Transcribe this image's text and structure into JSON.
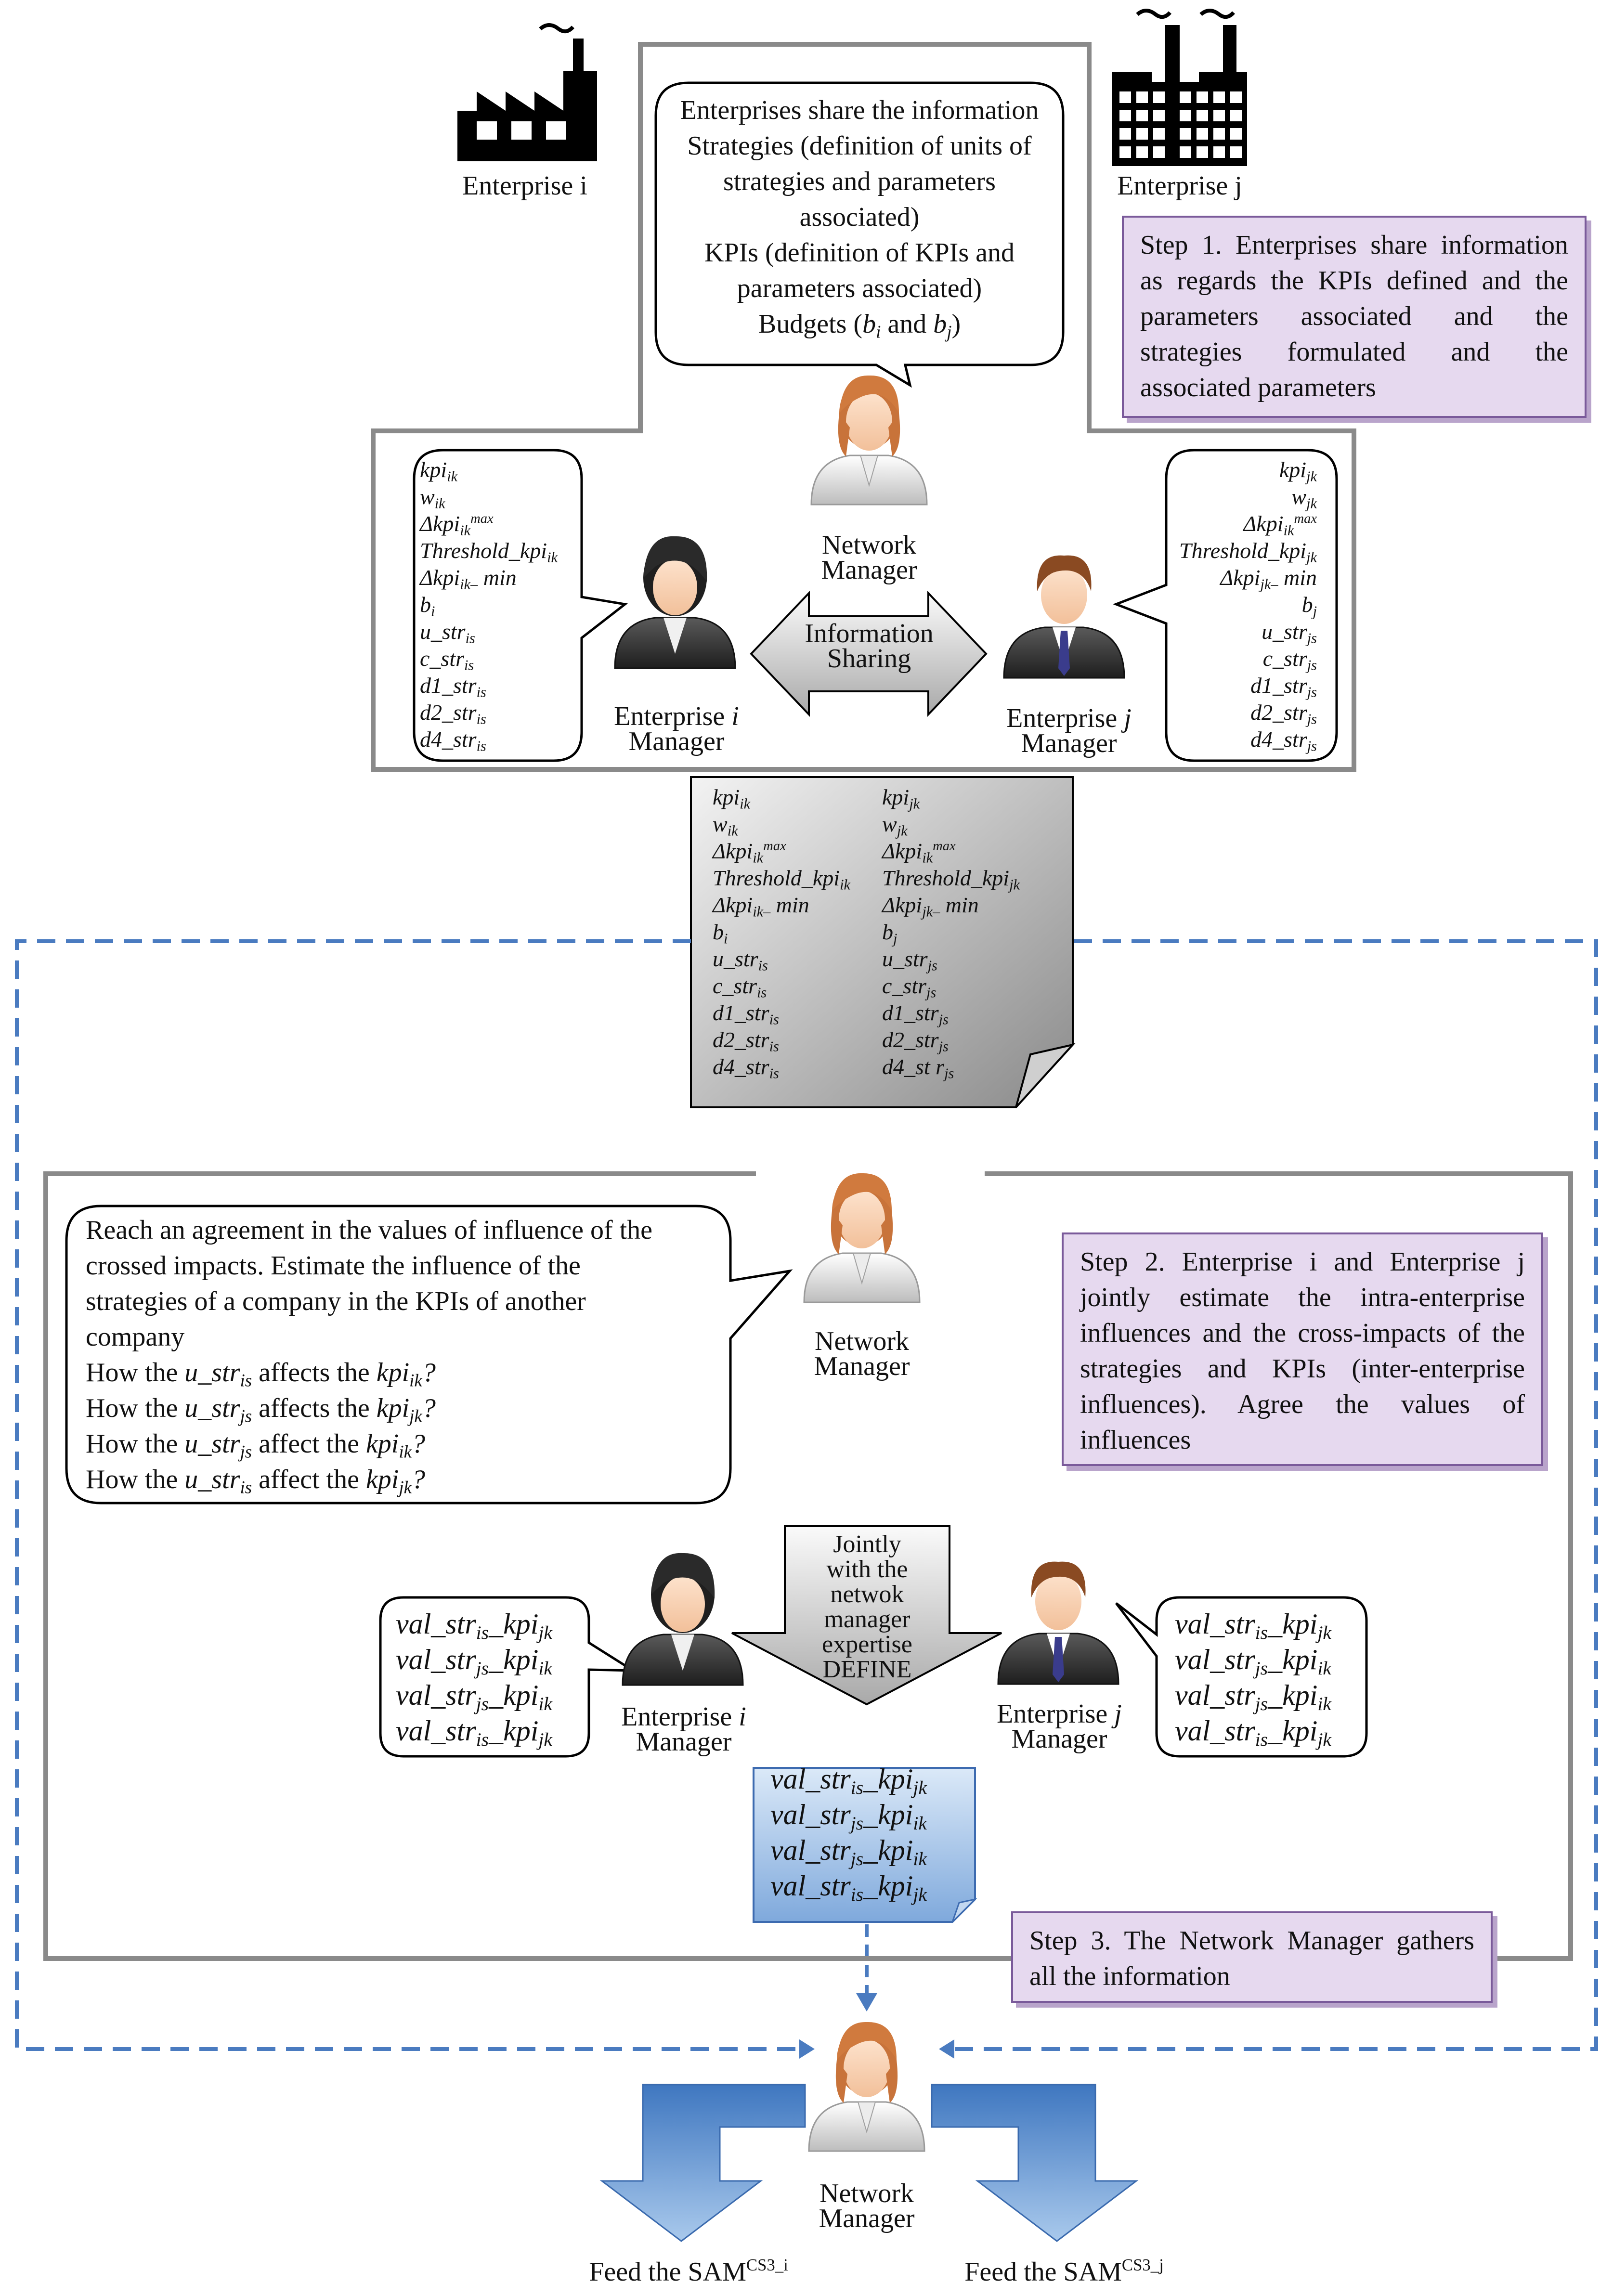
{
  "labels": {
    "enterprise_i": "Enterprise i",
    "enterprise_j": "Enterprise j",
    "network_manager_line1": "Network",
    "network_manager_line2": "Manager",
    "manager": "Manager",
    "ent_manager_prefix": "Enterprise",
    "i": "i",
    "j": "j",
    "info_sharing_line1": "Information",
    "info_sharing_line2": "Sharing",
    "define_arrow": [
      "Jointly",
      "with the",
      "netwok",
      "manager",
      "expertise",
      "DEFINE"
    ]
  },
  "top_bubble": {
    "line1": "Enterprises share the information",
    "line2": "Strategies (definition of units of",
    "line3": "strategies and parameters",
    "line4": "associated)",
    "line5": "KPIs (definition of KPIs and",
    "line6": "parameters associated)",
    "budgets_prefix": "Budgets (",
    "b": "b",
    "and": " and ",
    "budgets_suffix": ")"
  },
  "steps": {
    "step1": "Step 1. Enterprises share information as regards the KPIs defined and the parameters associated and the strategies formulated and the associated parameters",
    "step2": "Step 2. Enterprise i and Enterprise j jointly estimate the intra-enterprise influences and the cross-impacts of the strategies and KPIs (inter-enterprise influences). Agree the values of influences",
    "step3": "Step 3. The Network Manager gathers all the information"
  },
  "agreement_bubble": {
    "line1": "Reach an agreement in the values of influence of the",
    "line2": "crossed impacts. Estimate the influence of the",
    "line3": "strategies of a company in the KPIs of  another",
    "line4": "company",
    "how": "How the ",
    "affects": " affects the ",
    "affect": " affect the ",
    "q": "?"
  },
  "symbols": {
    "kpi": "kpi",
    "w": "w",
    "dkpi": "Δkpi",
    "threshold": "Threshold_kpi",
    "b": "b",
    "u_str": "u_str",
    "c_str": "c_str",
    "d1_str": "d1_str",
    "d2_str": "d2_str",
    "d4_str": "d4_str",
    "d4_str_spaced": "d4_st r",
    "val_str": "val_str",
    "min": " min",
    "max": "max",
    "ik": "ik",
    "jk": "jk",
    "is": "is",
    "js": "js",
    "i": "i",
    "j": "j",
    "ik_sub": "ik–",
    "jk_sub": "jk–"
  },
  "feed": {
    "left_prefix": "Feed the SAM",
    "left_sup": "CS3_i",
    "right_prefix": "Feed the SAM",
    "right_sup": "CS3_j"
  },
  "colors": {
    "step_fill": "#e6d9ef",
    "step_border": "#7a5a9a",
    "dashed_blue": "#4a7bc0",
    "arrow_blue": "#4f86c6",
    "frame_gray": "#808080"
  }
}
